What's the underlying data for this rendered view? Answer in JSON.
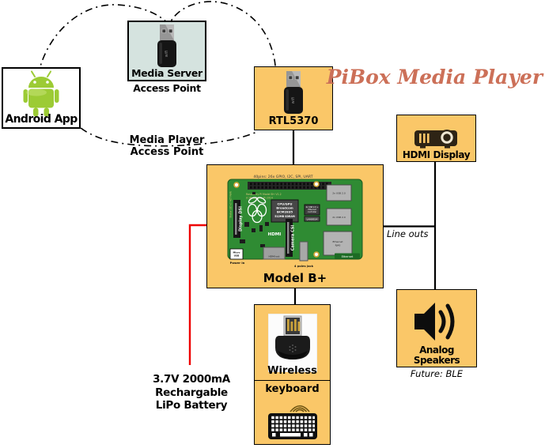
{
  "title": "PiBox Media Player",
  "colors": {
    "box_fill": "#FAC768",
    "media_server_fill": "#D5E3DF",
    "title_text": "#CC7058",
    "battery_wire": "#EE0000",
    "pcb_green": "#2F8B33",
    "android_green": "#9CCB35"
  },
  "cloud": {
    "label_line1": "Media Player",
    "label_line2": "Access Point"
  },
  "nodes": {
    "android_app": {
      "label": "Android App"
    },
    "media_server": {
      "label": "Media Server",
      "sublabel": "Access Point"
    },
    "wifi_dongle": {
      "label": "RTL5370",
      "chip_text": "wifi"
    },
    "hdmi_display": {
      "label": "HDMI Display"
    },
    "raspberry_pi": {
      "label": "Model B+"
    },
    "wireless_keyboard": {
      "label_line1": "Wireless",
      "label_line2": "keyboard"
    },
    "analog_speakers": {
      "label": "Analog Speakers",
      "sublabel": "Future: BLE"
    }
  },
  "edges": {
    "line_outs_label": "Line outs"
  },
  "battery": {
    "line1": "3.7V 2000mA",
    "line2": "Rechargable",
    "line3": "LiPo Battery"
  },
  "pi_board": {
    "gpio_note": "40pins: 26x GPIO, I2C, SPI, UART",
    "model_note": "Raspberry Pi Model B+ V1.2",
    "copyright": "(C)Raspberry Pi 2014",
    "status_leds": "Status LED x2 ACT PWR",
    "display_dsi": "Display DSI",
    "camera_csi": "Camera CSI",
    "soc_line1": "CPU/GPU",
    "soc_line2": "Broadcom",
    "soc_line3": "BCM2835",
    "soc_line4": "512MB SDRAM",
    "usb_chip_line1": "4x USB 2.0 +",
    "usb_chip_line2": "Ethernet",
    "usb_chip_line3": "controller",
    "usb_chip_label": "LAN9514",
    "usb_port_top": "2x USB 2.0",
    "usb_port_bottom": "2x USB 2.0",
    "ethernet_port_line1": "Ethernet",
    "ethernet_port_line2": "RJ45",
    "ethernet_tag": "Ethernet",
    "hdmi": "HDMI",
    "hdmi_out": "HDMI out",
    "micro_usb_line1": "Micro",
    "micro_usb_line2": "USB",
    "power_in": "Power In",
    "jack_label": "4 poles jack"
  }
}
